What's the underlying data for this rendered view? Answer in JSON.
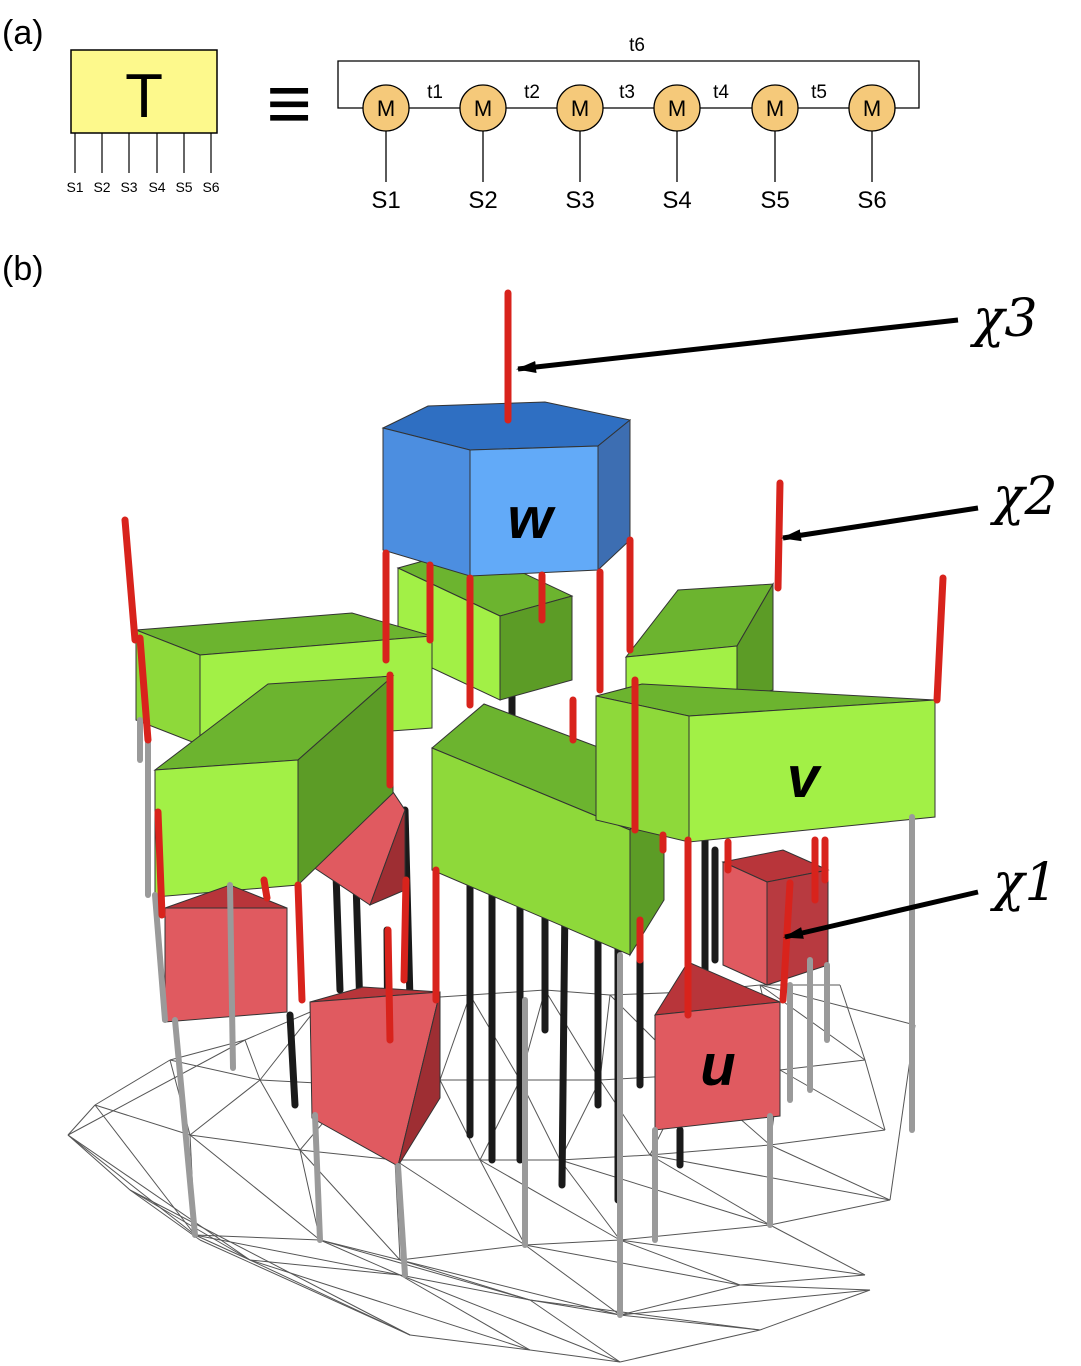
{
  "panel_a": {
    "label": "(a)",
    "tensor_label": "T",
    "equiv_symbol": "≡",
    "site_labels": [
      "S1",
      "S2",
      "S3",
      "S4",
      "S5",
      "S6"
    ],
    "mps_node_label": "M",
    "bond_labels": [
      "t1",
      "t2",
      "t3",
      "t4",
      "t5"
    ],
    "loop_bond_label": "t6",
    "colors": {
      "tensor_fill": "#fdf98c",
      "node_fill": "#f5c97a"
    }
  },
  "panel_b": {
    "label": "(b)",
    "tensor_labels": {
      "w": "w",
      "v": "v",
      "u": "u"
    },
    "bond_dims": {
      "chi1": "χ1",
      "chi2": "χ2",
      "chi3": "χ3"
    },
    "colors": {
      "w_top": "#2f6fc2",
      "w_front": "#62aaf8",
      "w_side": "#3d6eb2",
      "v_top": "#6cb42f",
      "v_front": "#a2f046",
      "v_side": "#5c9c26",
      "u_top": "#b8353a",
      "u_front": "#e05a60",
      "u_side": "#9e2e33",
      "bond_red": "#d8231c",
      "leg_gray": "#9a9a9a",
      "leg_black": "#1a1a1a"
    }
  }
}
